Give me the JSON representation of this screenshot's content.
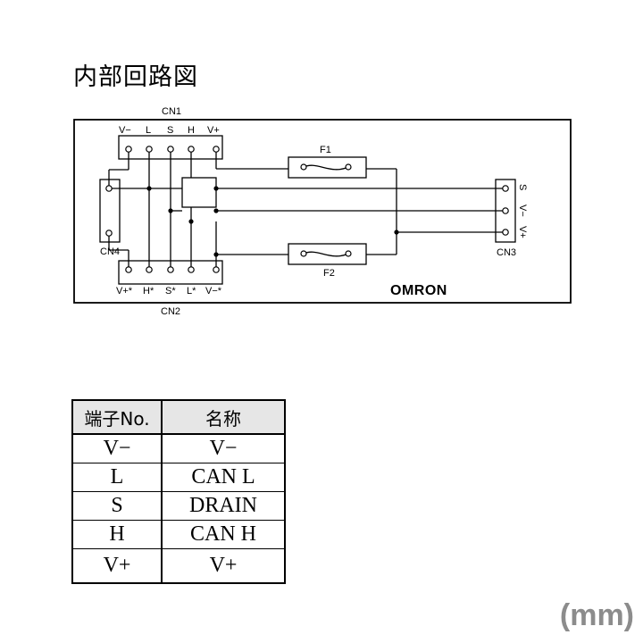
{
  "title": "内部回路図",
  "diagram": {
    "cn1": {
      "label": "CN1",
      "pins": [
        "V−",
        "L",
        "S",
        "H",
        "V+"
      ]
    },
    "cn2": {
      "label": "CN2",
      "pins": [
        "V+*",
        "H*",
        "S*",
        "L*",
        "V−*"
      ]
    },
    "cn3": {
      "label": "CN3",
      "pins": [
        "S",
        "V−",
        "V+"
      ]
    },
    "cn4": {
      "label": "CN4"
    },
    "fuse1": {
      "label": "F1"
    },
    "fuse2": {
      "label": "F2"
    },
    "brand": "OMRON"
  },
  "table": {
    "headers": [
      "端子No.",
      "名称"
    ],
    "rows": [
      [
        "V−",
        "V−"
      ],
      [
        "L",
        "CAN L"
      ],
      [
        "S",
        "DRAIN"
      ],
      [
        "H",
        "CAN H"
      ],
      [
        "V+",
        "V+"
      ]
    ]
  },
  "unit": "(mm)"
}
